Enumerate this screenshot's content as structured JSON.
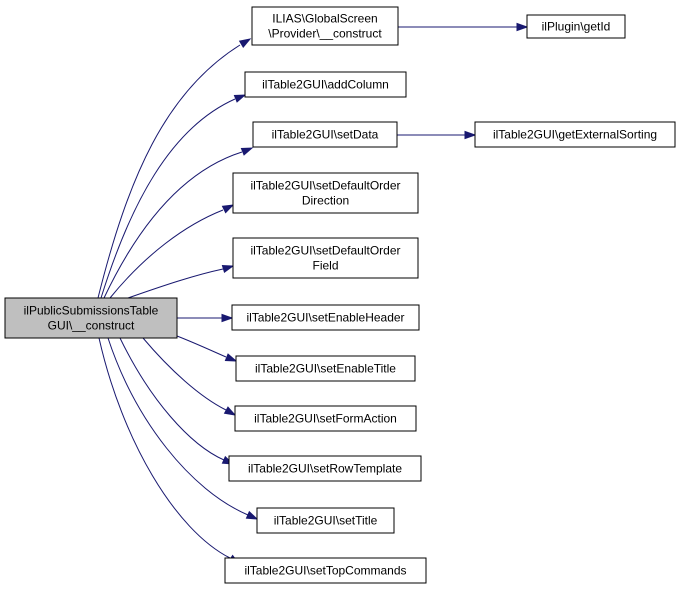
{
  "diagram": {
    "root": {
      "id": "root",
      "lines": [
        "ilPublicSubmissionsTable",
        "GUI\\__construct"
      ]
    },
    "nodes": [
      {
        "id": "n1",
        "lines": [
          "ILIAS\\GlobalScreen",
          "\\Provider\\__construct"
        ]
      },
      {
        "id": "n2",
        "lines": [
          "ilPlugin\\getId"
        ]
      },
      {
        "id": "n3",
        "lines": [
          "ilTable2GUI\\addColumn"
        ]
      },
      {
        "id": "n4",
        "lines": [
          "ilTable2GUI\\setData"
        ]
      },
      {
        "id": "n5",
        "lines": [
          "ilTable2GUI\\getExternalSorting"
        ]
      },
      {
        "id": "n6",
        "lines": [
          "ilTable2GUI\\setDefaultOrder",
          "Direction"
        ]
      },
      {
        "id": "n7",
        "lines": [
          "ilTable2GUI\\setDefaultOrder",
          "Field"
        ]
      },
      {
        "id": "n8",
        "lines": [
          "ilTable2GUI\\setEnableHeader"
        ]
      },
      {
        "id": "n9",
        "lines": [
          "ilTable2GUI\\setEnableTitle"
        ]
      },
      {
        "id": "n10",
        "lines": [
          "ilTable2GUI\\setFormAction"
        ]
      },
      {
        "id": "n11",
        "lines": [
          "ilTable2GUI\\setRowTemplate"
        ]
      },
      {
        "id": "n12",
        "lines": [
          "ilTable2GUI\\setTitle"
        ]
      },
      {
        "id": "n13",
        "lines": [
          "ilTable2GUI\\setTopCommands"
        ]
      }
    ],
    "edges": [
      {
        "from": "root",
        "to": "n1"
      },
      {
        "from": "root",
        "to": "n3"
      },
      {
        "from": "root",
        "to": "n4"
      },
      {
        "from": "root",
        "to": "n6"
      },
      {
        "from": "root",
        "to": "n7"
      },
      {
        "from": "root",
        "to": "n8"
      },
      {
        "from": "root",
        "to": "n9"
      },
      {
        "from": "root",
        "to": "n10"
      },
      {
        "from": "root",
        "to": "n11"
      },
      {
        "from": "root",
        "to": "n12"
      },
      {
        "from": "root",
        "to": "n13"
      },
      {
        "from": "n1",
        "to": "n2"
      },
      {
        "from": "n4",
        "to": "n5"
      }
    ],
    "colors": {
      "edge": "#191970",
      "root_fill": "#bfbfbf",
      "node_fill": "#ffffff",
      "border": "#000000"
    }
  }
}
